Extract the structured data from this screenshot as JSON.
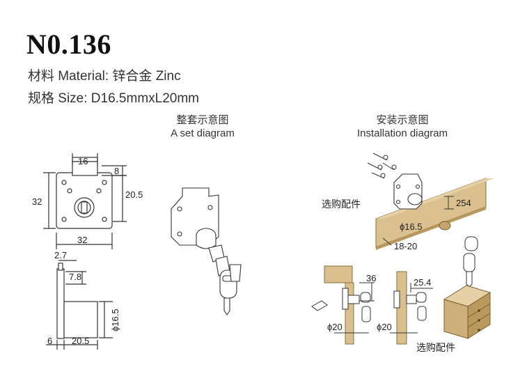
{
  "product": {
    "model": "N0.136",
    "material_line": "材料 Material: 锌合金 Zinc",
    "size_line": "规格 Size: D16.5mmxL20mm"
  },
  "captions": {
    "set_cn": "整套示意图",
    "set_en": "A set diagram",
    "install_cn": "安装示意图",
    "install_en": "Installation diagram"
  },
  "dimensions": {
    "top_width": "16",
    "top_right": "8",
    "mid_right": "20.5",
    "left_height": "32",
    "bottom_width": "32",
    "side_top": "2.7",
    "side_flange": "7.8",
    "side_diameter": "ϕ16.5",
    "side_bottom_left": "6",
    "side_bottom_width": "20.5"
  },
  "installation_labels": {
    "optional_parts": "选购配件",
    "board_254": "254",
    "hole_diameter": "ϕ16.5",
    "thickness": "18-20",
    "dim_36": "36",
    "dim_25_4": "25.4",
    "phi20_a": "ϕ20",
    "phi20_b": "ϕ20",
    "optional_parts_bottom": "选购配件"
  }
}
